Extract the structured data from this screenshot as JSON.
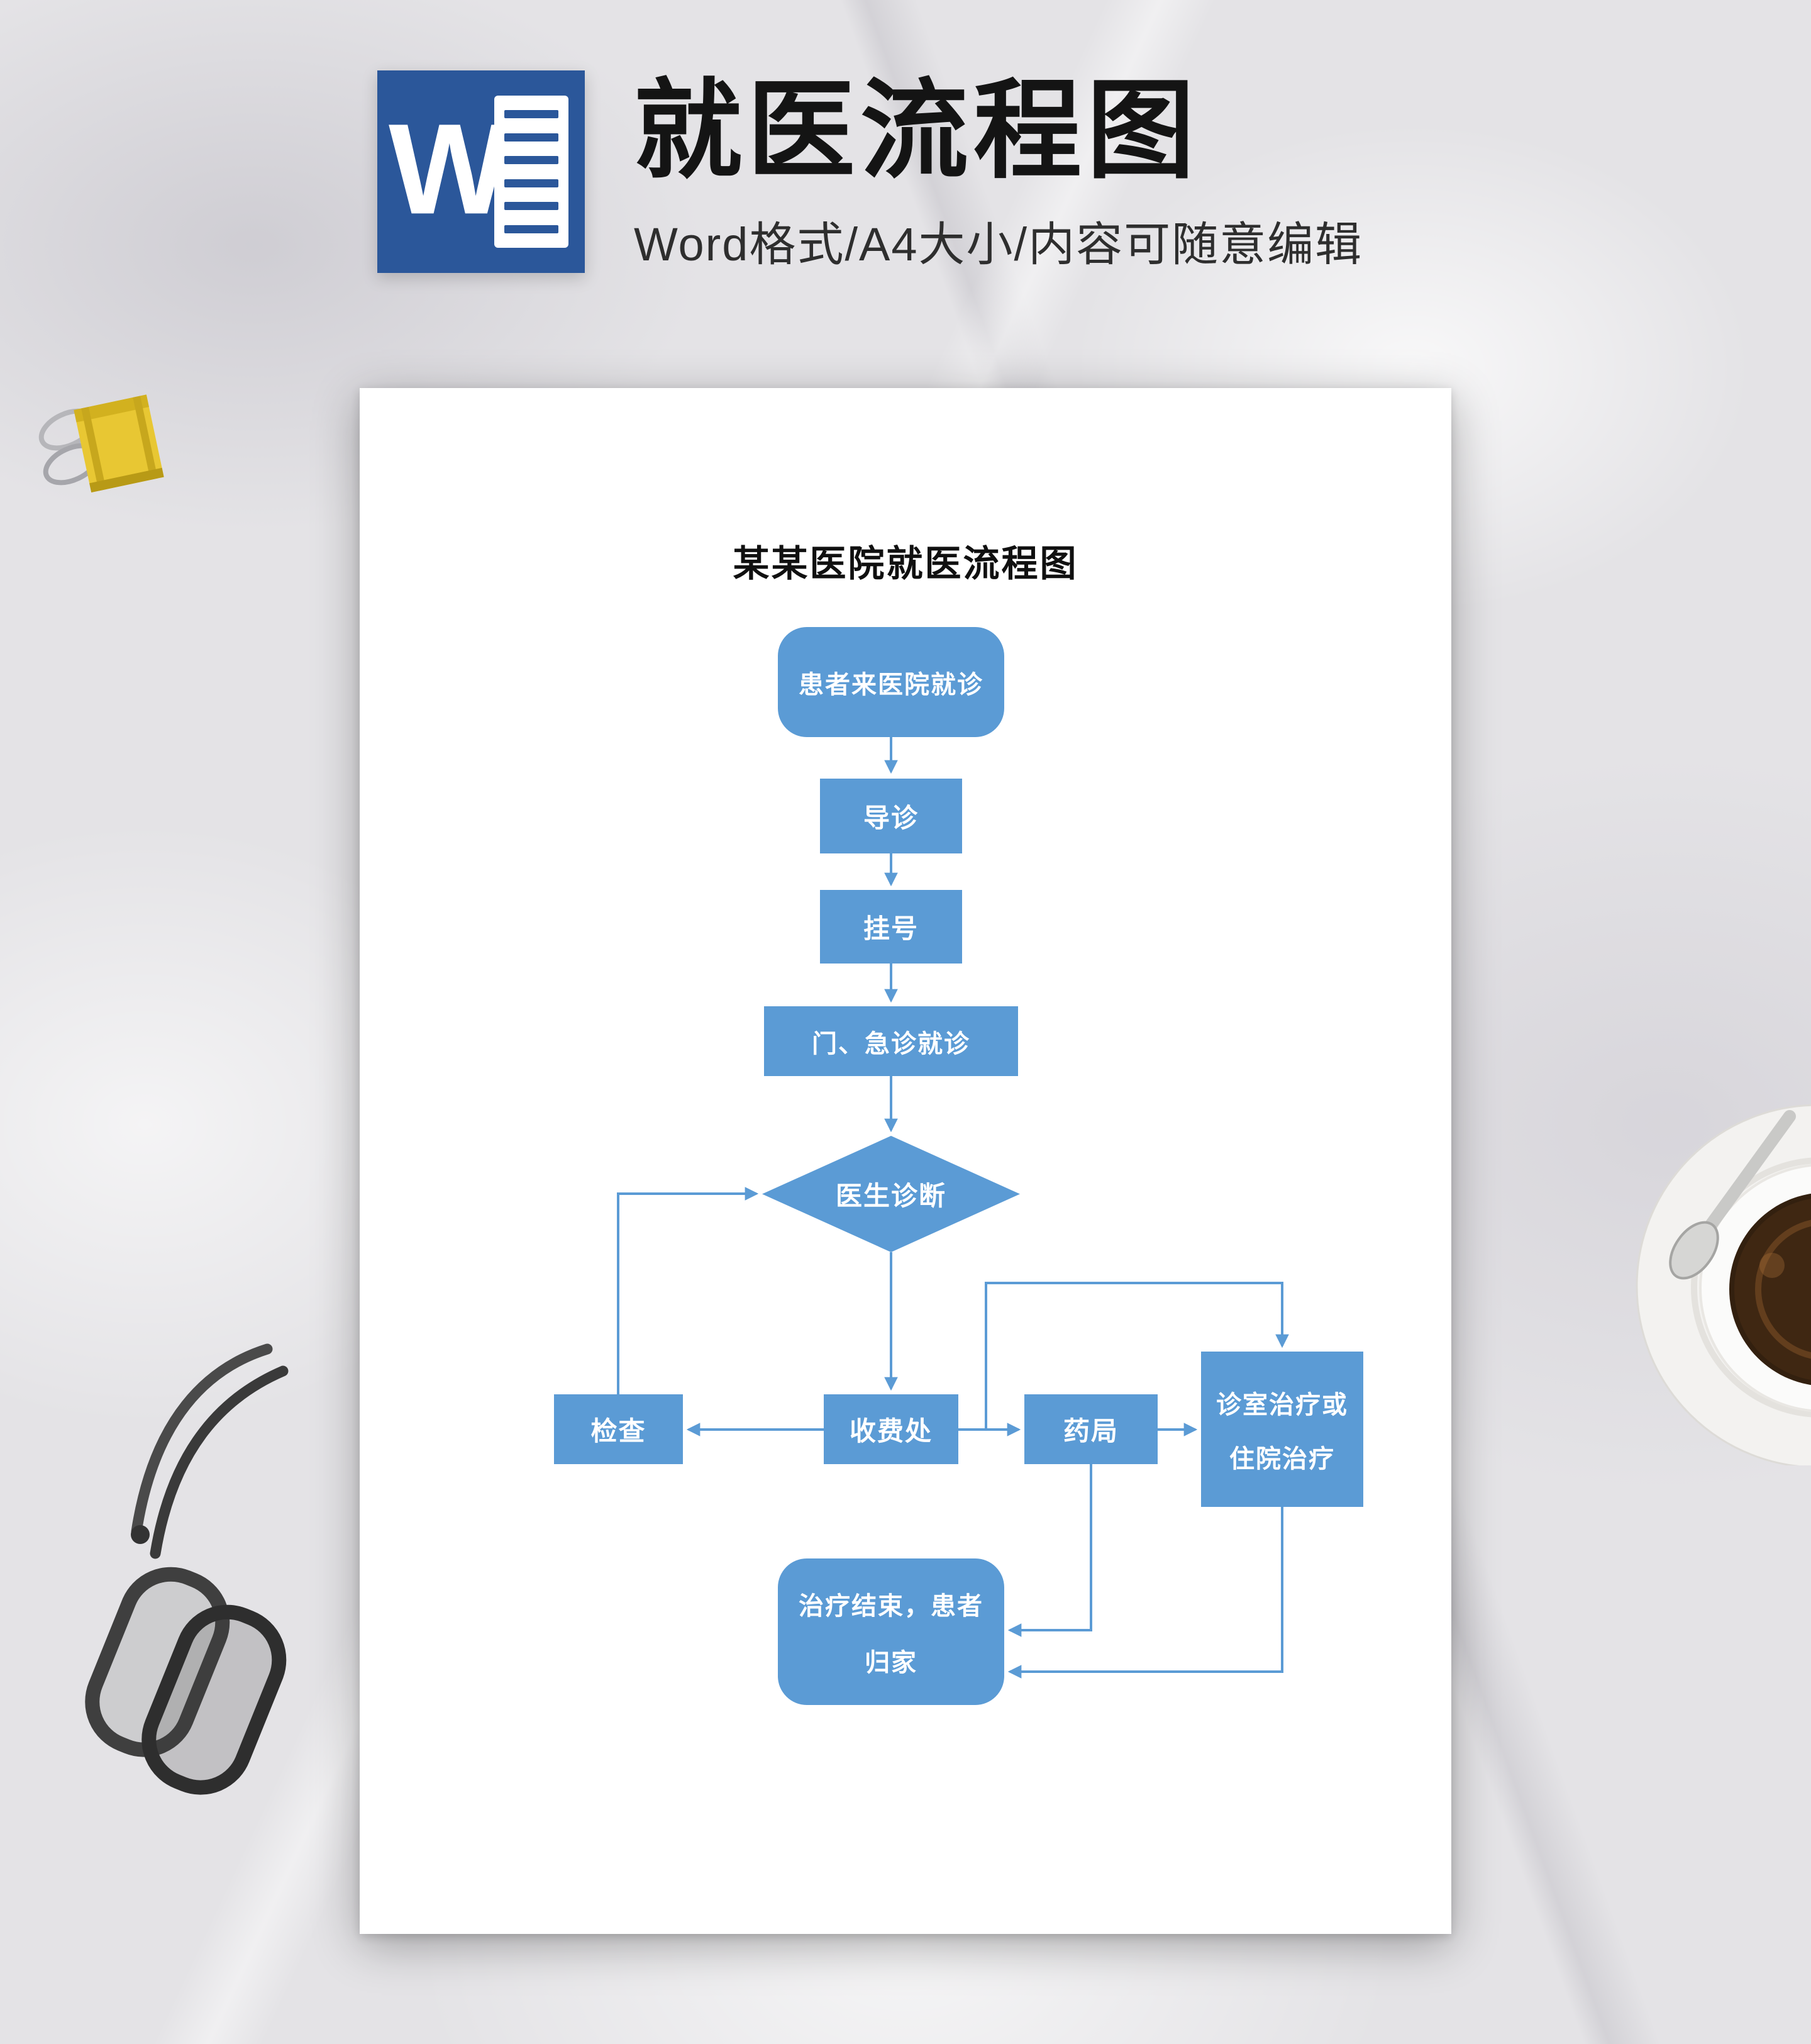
{
  "colors": {
    "accent": "#5B9BD5",
    "word_blue": "#2B579A"
  },
  "header": {
    "logo_letter": "W",
    "title": "就医流程图",
    "subtitle": "Word格式/A4大小/内容可随意编辑"
  },
  "flowchart": {
    "title": "某某医院就医流程图",
    "nodes": {
      "start": "患者来医院就诊",
      "guide": "导诊",
      "register": "挂号",
      "outpatient": "门、急诊就诊",
      "diagnose": "医生诊断",
      "check": "检查",
      "cashier": "收费处",
      "pharmacy": "药局",
      "treatment_line1": "诊室治疗或",
      "treatment_line2": "住院治疗",
      "end_line1": "治疗结束，患者",
      "end_line2": "归家"
    }
  }
}
